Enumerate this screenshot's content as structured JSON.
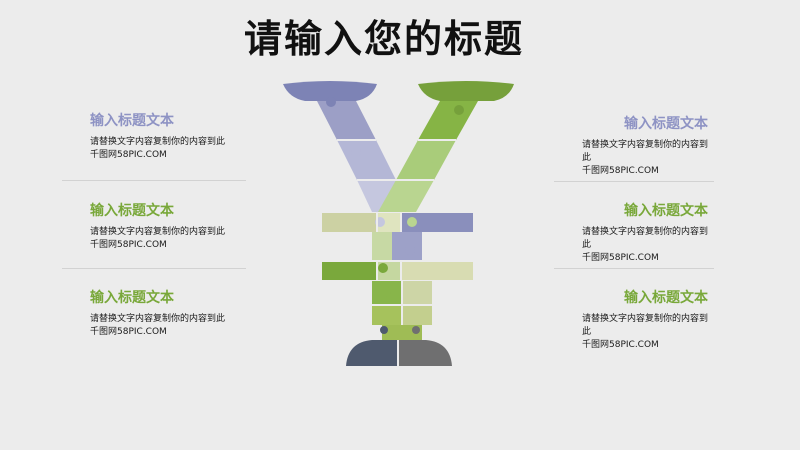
{
  "title": "请输入您的标题",
  "colors": {
    "purple": "#8a90bd",
    "green": "#7fae3c",
    "heading_purple": "#8e93c4",
    "heading_green": "#79a83a"
  },
  "blocks": [
    {
      "side": "left",
      "heading": "输入标题文本",
      "line1": "请替换文字内容复制你的内容到此",
      "line2": "千图网58PIC.COM",
      "color": "#8e93c4"
    },
    {
      "side": "left",
      "heading": "输入标题文本",
      "line1": "请替换文字内容复制你的内容到此",
      "line2": "千图网58PIC.COM",
      "color": "#79a83a"
    },
    {
      "side": "left",
      "heading": "输入标题文本",
      "line1": "请替换文字内容复制你的内容到此",
      "line2": "千图网58PIC.COM",
      "color": "#79a83a"
    },
    {
      "side": "right",
      "heading": "输入标题文本",
      "line1": "请替换文字内容复制你的内容到此",
      "line2": "千图网58PIC.COM",
      "color": "#8e93c4"
    },
    {
      "side": "right",
      "heading": "输入标题文本",
      "line1": "请替换文字内容复制你的内容到此",
      "line2": "千图网58PIC.COM",
      "color": "#79a83a"
    },
    {
      "side": "right",
      "heading": "输入标题文本",
      "line1": "请替换文字内容复制你的内容到此",
      "line2": "千图网58PIC.COM",
      "color": "#79a83a"
    }
  ]
}
